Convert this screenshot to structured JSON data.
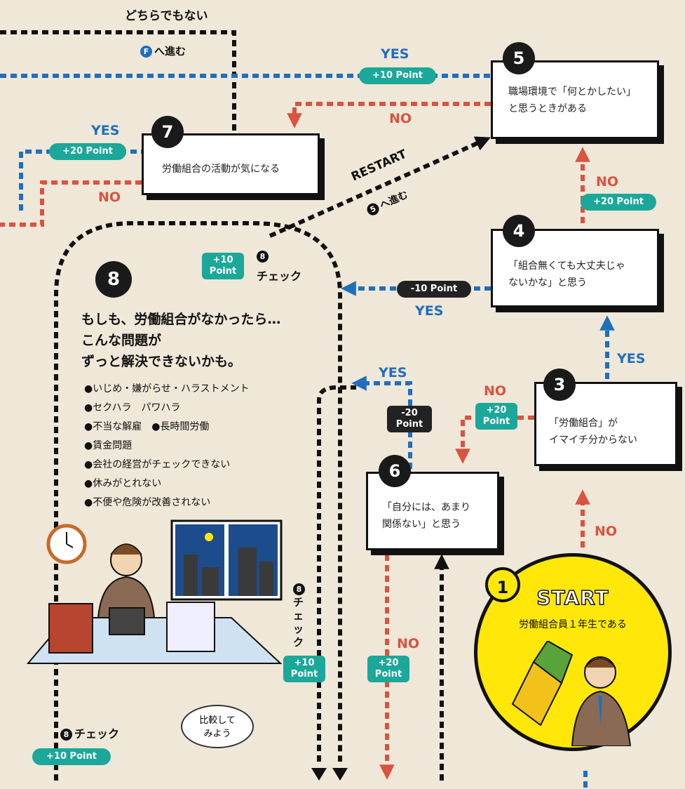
{
  "top_label": "どちらでもない",
  "goto_f": "へ進む",
  "goto_f_letter": "F",
  "boxes": {
    "b5": {
      "num": "5",
      "text": "職場環境で「何とかしたい」\nと思うときがある"
    },
    "b7": {
      "num": "7",
      "text": "労働組合の活動が気になる"
    },
    "b4": {
      "num": "4",
      "text": "「組合無くても大丈夫じゃ\nないかな」と思う"
    },
    "b3": {
      "num": "3",
      "text": "「労働組合」が\nイマイチ分からない"
    },
    "b6": {
      "num": "6",
      "text": "「自分には、あまり\n関係ない」と思う"
    }
  },
  "labels": {
    "yes_top": "YES",
    "no_top": "NO",
    "yes_7": "YES",
    "no_7": "NO",
    "restart": "RESTART",
    "goto_5": "へ進む",
    "goto_5_num": "5",
    "no_5": "NO",
    "yes_4": "YES",
    "yes_3": "YES",
    "no_3": "NO",
    "yes_6": "YES",
    "no_1": "NO",
    "no_6": "NO",
    "check_8_top": "チェック",
    "check_8_side": "チェック",
    "check_8_bottom": "チェック",
    "check_num": "8"
  },
  "points": {
    "p_top": "+10 Point",
    "p_7": "+20 Point",
    "p_5no": "+20 Point",
    "p_4": "-10 Point",
    "p_3": "+20\nPoint",
    "p_6yes": "-20\nPoint",
    "p_8top": "+10\nPoint",
    "p_side": "+10\nPoint",
    "p_6no": "+20\nPoint",
    "p_bottom": "+10 Point"
  },
  "section8": {
    "num": "8",
    "headline": "もしも、労働組合がなかったら…\nこんな問題が\nずっと解決できないかも。",
    "items": [
      "●いじめ・嫌がらせ・ハラストメント",
      "●セクハラ　パワハラ",
      "●不当な解雇　●長時間労働",
      "●賃金問題",
      "●会社の経営がチェックできない",
      "●休みがとれない",
      "●不便や危険が改善されない"
    ]
  },
  "start": {
    "num": "1",
    "title": "START",
    "subtitle": "労働組合員１年生である"
  },
  "bubble": "比較して\nみよう",
  "colors": {
    "blue": "#1f6fbd",
    "red": "#d9533f",
    "teal": "#1ba89a",
    "black": "#111111",
    "start_yellow": "#ffe70a",
    "background": "#efe7d8"
  }
}
